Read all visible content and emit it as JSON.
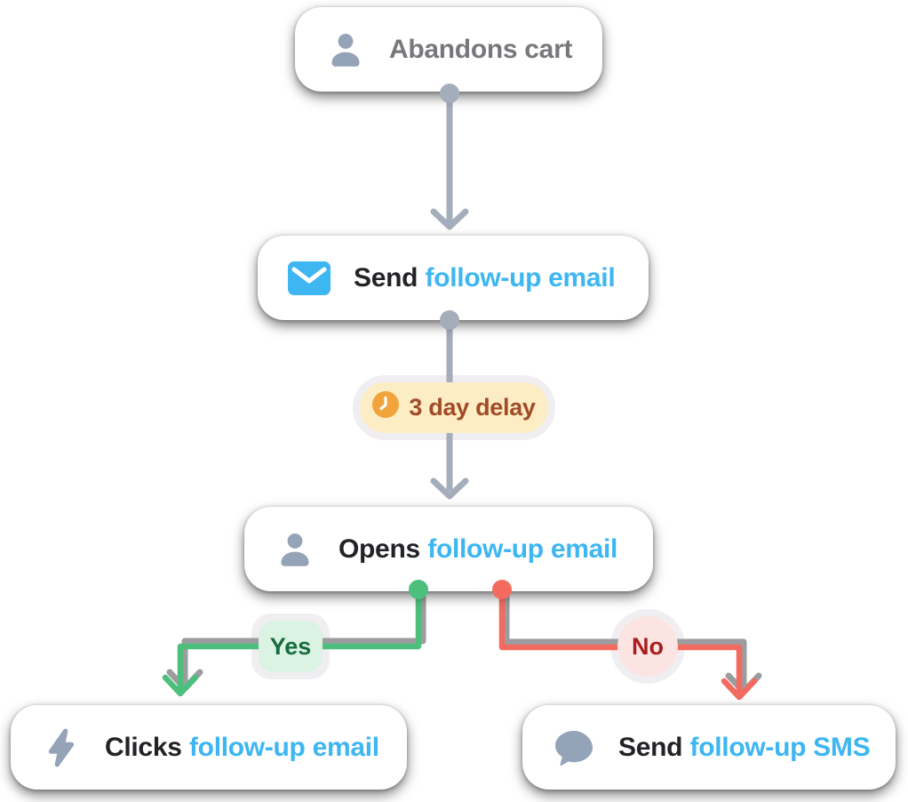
{
  "palette": {
    "accent-blue": "#3db6f2",
    "icon-slate": "#95a3b8",
    "line-gray": "#a4adba",
    "line-shadow": "#9c9ca0",
    "green": "#4dbf7d",
    "green-dark": "#176b3e",
    "green-light": "#daf3e3",
    "red": "#f26b5e",
    "red-dark": "#a81e1e",
    "red-light": "#fbe4e1",
    "amber-bg": "#fcedc4",
    "amber-icon": "#f2a43c",
    "amber-text": "#a14b28",
    "halo": "#f0eef1",
    "text-dark": "#222326",
    "text-gray": "#77787b",
    "card-bg": "#ffffff"
  },
  "flow": {
    "nodes": {
      "trigger": {
        "label": "Abandons cart",
        "icon": "person-icon"
      },
      "send_email": {
        "prefix": "Send",
        "highlight": "follow-up email",
        "icon": "envelope-icon"
      },
      "opens_email": {
        "prefix": "Opens",
        "highlight": "follow-up email",
        "icon": "person-icon"
      },
      "clicks_email": {
        "prefix": "Clicks",
        "highlight": "follow-up email",
        "icon": "bolt-icon"
      },
      "send_sms": {
        "prefix": "Send",
        "highlight": "follow-up SMS",
        "icon": "chat-bubble-icon"
      }
    },
    "delay_badge": {
      "label": "3 day delay",
      "icon": "clock-icon"
    },
    "branch_labels": {
      "yes": "Yes",
      "no": "No"
    }
  }
}
